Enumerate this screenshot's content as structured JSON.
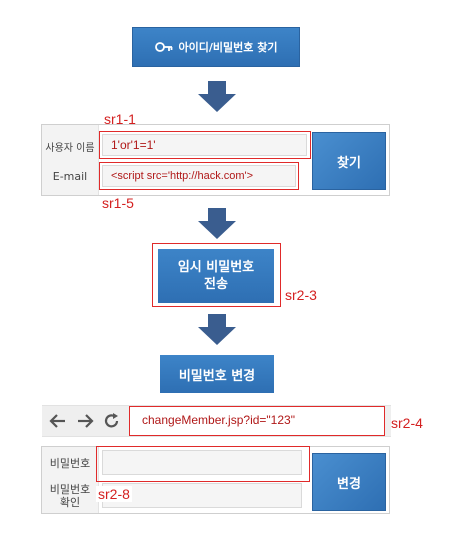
{
  "top_button": {
    "label": "아이디/비밀번호 찾기",
    "icon": "key-icon"
  },
  "find_form": {
    "username_label": "사용자 이름",
    "username_value": "1'or'1=1'",
    "email_label": "E-mail",
    "email_value": "<script src='http://hack.com'>",
    "find_button": "찾기",
    "annot_username": "sr1-1",
    "annot_email": "sr1-5"
  },
  "temp_password": {
    "line1": "임시 비밀번호",
    "line2": "전송",
    "annot": "sr2-3"
  },
  "change_password_title": "비밀번호 변경",
  "browser_bar": {
    "url": "changeMember.jsp?id=\"123\"",
    "annot": "sr2-4",
    "back_icon": "back-arrow-icon",
    "forward_icon": "forward-arrow-icon",
    "reload_icon": "reload-icon"
  },
  "change_form": {
    "password_label": "비밀번호",
    "confirm_label_line1": "비밀번호",
    "confirm_label_line2": "확인",
    "change_button": "변경",
    "annot": "sr2-8"
  },
  "colors": {
    "accent": "#2e6fb3",
    "annotation": "#e02a2a",
    "arrow": "#3a5d8f"
  }
}
